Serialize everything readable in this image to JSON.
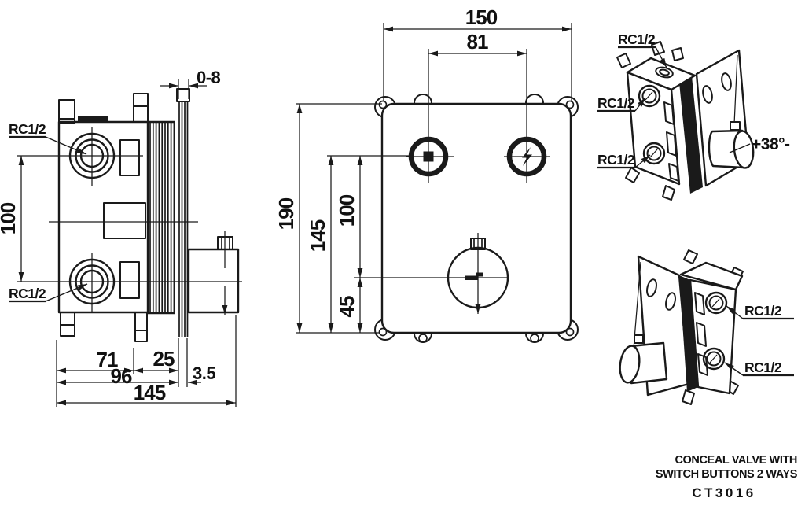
{
  "title_block": {
    "line1": "CONCEAL VALVE WITH",
    "line2": "SWITCH BUTTONS 2 WAYS",
    "model": "CT3016"
  },
  "side_view": {
    "port_top_label": "RC1/2",
    "port_bottom_label": "RC1/2",
    "dim_wall_adjust": "0-8",
    "dim_port_spacing": "100",
    "dim_body_depth": "71",
    "dim_thread_length": "25",
    "dim_to_plate": "96",
    "dim_plate_thickness": "3.5",
    "dim_overall_depth": "145"
  },
  "front_view": {
    "dim_width": "150",
    "dim_button_spacing": "81",
    "dim_height": "190",
    "dim_buttons_to_base": "145",
    "dim_buttons_to_knob": "100",
    "dim_knob_to_base": "45"
  },
  "iso_top_view": {
    "port1_label": "RC1/2",
    "port2_label": "RC1/2",
    "port3_label": "RC1/2",
    "temp_label": "+38°-"
  },
  "iso_bottom_view": {
    "port1_label": "RC1/2",
    "port2_label": "RC1/2"
  },
  "colors": {
    "line": "#1a1a1a",
    "background": "#ffffff"
  }
}
